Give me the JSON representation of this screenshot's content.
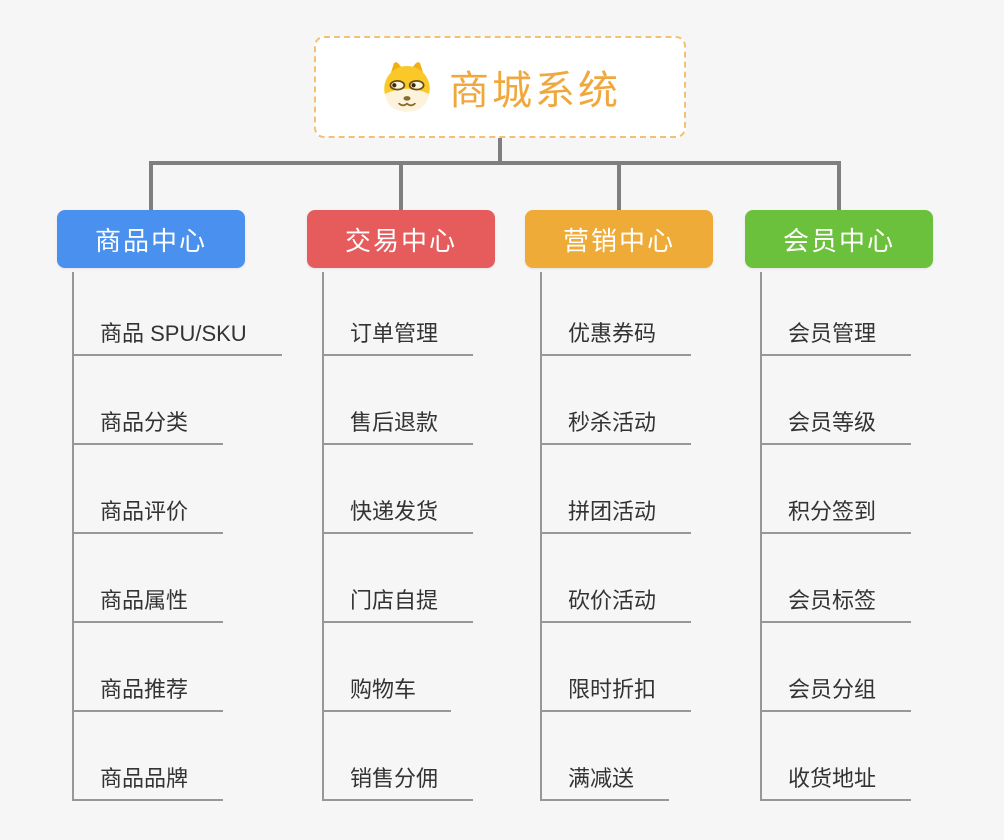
{
  "root": {
    "title": "商城系统",
    "accent_color": "#f0a83e",
    "border_color": "#f3c171",
    "icon": "doge-icon"
  },
  "connector_color": "#7f7f7f",
  "branches": [
    {
      "label": "商品中心",
      "color": "#4a90ee",
      "items": [
        "商品 SPU/SKU",
        "商品分类",
        "商品评价",
        "商品属性",
        "商品推荐",
        "商品品牌"
      ]
    },
    {
      "label": "交易中心",
      "color": "#e65b5b",
      "items": [
        "订单管理",
        "售后退款",
        "快递发货",
        "门店自提",
        "购物车",
        "销售分佣"
      ]
    },
    {
      "label": "营销中心",
      "color": "#eeab38",
      "items": [
        "优惠券码",
        "秒杀活动",
        "拼团活动",
        "砍价活动",
        "限时折扣",
        "满减送"
      ]
    },
    {
      "label": "会员中心",
      "color": "#6cc13c",
      "items": [
        "会员管理",
        "会员等级",
        "积分签到",
        "会员标签",
        "会员分组",
        "收货地址"
      ]
    }
  ]
}
